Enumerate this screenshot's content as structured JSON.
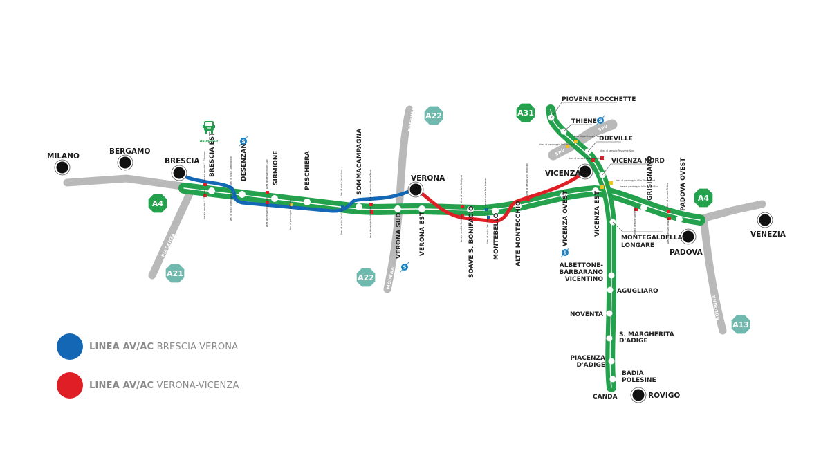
{
  "colors": {
    "motorway_green": "#23a14d",
    "motorway_gray": "#b9b9b9",
    "line_brescia_verona": "#1367b4",
    "line_verona_vicenza": "#e01e26",
    "hex_a4_a31": "#23a14d",
    "hex_other": "#6fb9ae",
    "service_area_red": "#e01e26",
    "parking_yellow": "#f2c318",
    "station_blue": "#1367b4"
  },
  "cities": {
    "milano": "MILANO",
    "bergamo": "BERGAMO",
    "brescia": "BRESCIA",
    "verona": "VERONA",
    "vicenza": "VICENZA",
    "padova": "PADOVA",
    "venezia": "VENEZIA",
    "rovigo": "ROVIGO"
  },
  "motorways": {
    "a4_west": "A4",
    "a4_east": "A4",
    "a21": "A21",
    "a22_north": "A22",
    "a22_south": "A22",
    "a31": "A31",
    "a13": "A13"
  },
  "road_labels": {
    "piacenza": "PIACENZA",
    "brennero": "BRENNERO",
    "modena": "MODENA",
    "bologna": "BOLOGNA",
    "spv_1": "SPV",
    "spv_2": "SPV"
  },
  "exits_a4": {
    "brescia_est": "BRESCIA EST",
    "desenzano": "DESENZANO",
    "sirmione": "SIRMIONE",
    "peschiera": "PESCHIERA",
    "sommacampagna": "SOMMACAMPAGNA",
    "verona_sud": "VERONA SUD",
    "verona_est": "VERONA EST",
    "soave": "SOAVE S. BONIFACIO",
    "montebello": "MONTEBELLO",
    "alte_montecchio": "ALTE MONTECCHIO",
    "vicenza_ovest": "VICENZA OVEST",
    "vicenza_est": "VICENZA EST",
    "grisignano": "GRISIGNANO",
    "padova_ovest": "PADOVA OVEST"
  },
  "exits_a31": {
    "piovene": "PIOVENE ROCCHETTE",
    "thiene": "THIENE",
    "dueville": "DUEVILLE",
    "vicenza_nord": "VICENZA NORD",
    "montegaldella_1": "MONTEGALDELLA-",
    "montegaldella_2": "LONGARE",
    "albettone_1": "ALBETTONE-",
    "albettone_2": "BARBARANO",
    "albettone_3": "VICENTINO",
    "agugliaro": "AGUGLIARO",
    "noventa": "NOVENTA",
    "smargherita_1": "S. MARGHERITA",
    "smargherita_2": "D'ADIGE",
    "piacenza_adige_1": "PIACENZA",
    "piacenza_adige_2": "D'ADIGE",
    "badia_1": "BADIA",
    "badia_2": "POLESINE",
    "canda": "CANDA"
  },
  "service_areas": {
    "autoparco": "Autoparco",
    "sa_sgiacomo": "Area di servizio S. Giacomo",
    "sa_campagnola": "Area di sosta Campagnola",
    "sa_monte_alto": "Area di servizio Monte Alto",
    "sa_peschiera": "Area di parcheggio Peschiera",
    "sa_valdisona": "Area di sosta Val di Sona",
    "sa_monte_baldo": "Area di servizio Monte Baldo",
    "sa_scaligera": "Area di servizio Scaligera",
    "sa_san_lorenzo": "Area di sosta San Lorenzo",
    "sa_villa_morosini": "Area di servizio Villa Morosini",
    "sa_limenella": "Area di servizio Limenella",
    "sa_tesina": "Area di servizio Tesina",
    "pk_pasubio_nord": "Area di parcheggio Pasubio Nord",
    "pk_pasubio_sud": "Area di parcheggio Pasubio Sud",
    "sa_posturma_nord": "Area di servizio Posturma Nord",
    "sa_posturma_sud": "Area di servizio Posturma Sud",
    "pk_villa_tacchi_nord": "Area di parcheggio Villa Tacchi Nord",
    "pk_villa_tacchi_sud": "Area di parcheggio Villa Tacchi Sud"
  },
  "legend": {
    "items": [
      {
        "prefix": "LINEA AV/AC",
        "suffix": "BRESCIA-VERONA",
        "color": "#1367b4"
      },
      {
        "prefix": "LINEA AV/AC",
        "suffix": "VERONA-VICENZA",
        "color": "#e01e26"
      }
    ]
  }
}
